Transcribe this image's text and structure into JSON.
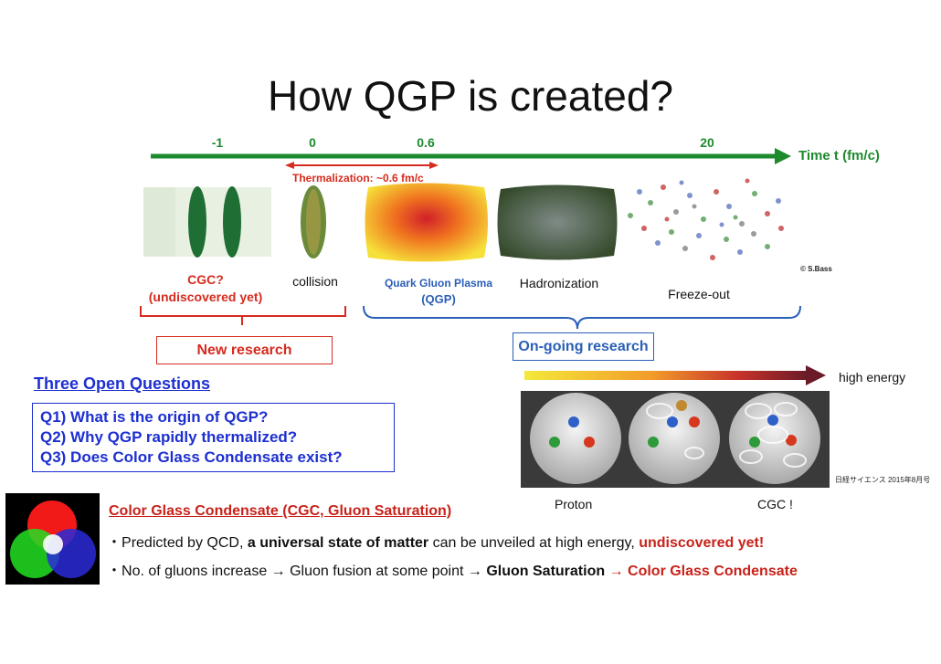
{
  "title": "How QGP is created?",
  "timeline": {
    "ticks": [
      "-1",
      "0",
      "0.6",
      "20"
    ],
    "axis_label": "Time t (fm/c)",
    "thermalization_label": "Thermalization: ~0.6 fm/c",
    "colors": {
      "axis": "#1e8a2e",
      "accent_red": "#d62b1f",
      "accent_blue": "#2a5fb8"
    }
  },
  "stages": {
    "cgc_line1": "CGC?",
    "cgc_line2": "(undiscovered yet)",
    "collision": "collision",
    "qgp_line1": "Quark Gluon Plasma",
    "qgp_line2": "(QGP)",
    "hadronization": "Hadronization",
    "freeze_out": "Freeze-out",
    "credit": "© S.Bass"
  },
  "research": {
    "new": "New research",
    "ongoing": "On-going research"
  },
  "questions": {
    "title": "Three Open Questions",
    "items": [
      "Q1) What is the origin of QGP?",
      "Q2) Why QGP rapidly thermalized?",
      "Q3) Does Color Glass Condensate exist?"
    ]
  },
  "energy": {
    "label": "high energy",
    "proton": "Proton",
    "cgc": "CGC !",
    "source": "日経サイエンス 2015年8月号"
  },
  "cgc_section": {
    "title": "Color Glass Condensate (CGC, Gluon Saturation)",
    "b1_pre": "Predicted by QCD, ",
    "b1_bold": "a universal state of matter",
    "b1_mid": " can be unveiled at high energy, ",
    "b1_red": "undiscovered yet!",
    "b2_pre": "No. of gluons increase → Gluon fusion at some point → ",
    "b2_bold": "Gluon Saturation",
    "b2_red": " → Color Glass Condensate"
  }
}
